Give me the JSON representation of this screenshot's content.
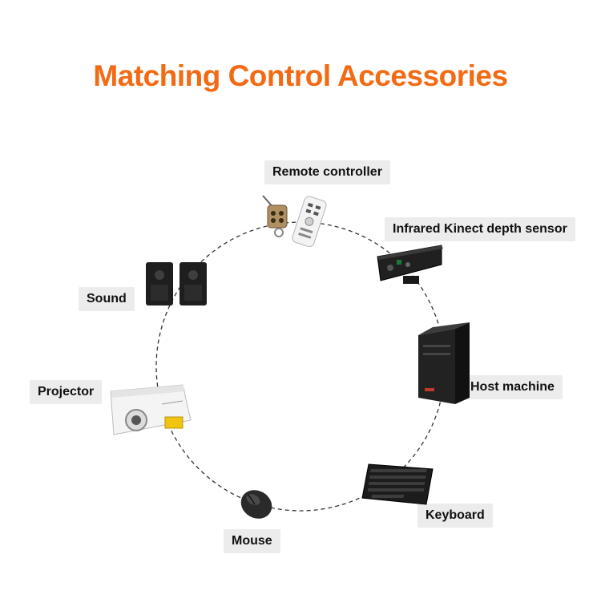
{
  "title": "Matching Control Accessories",
  "accent_color": "#f26a13",
  "accessories": [
    {
      "label": "Remote controller",
      "icon": "remote-controller-icon"
    },
    {
      "label": "Infrared Kinect depth sensor",
      "icon": "kinect-sensor-icon"
    },
    {
      "label": "Host machine",
      "icon": "desktop-tower-icon"
    },
    {
      "label": "Keyboard",
      "icon": "keyboard-icon"
    },
    {
      "label": "Mouse",
      "icon": "mouse-icon"
    },
    {
      "label": "Projector",
      "icon": "projector-icon"
    },
    {
      "label": "Sound",
      "icon": "speakers-icon"
    }
  ]
}
